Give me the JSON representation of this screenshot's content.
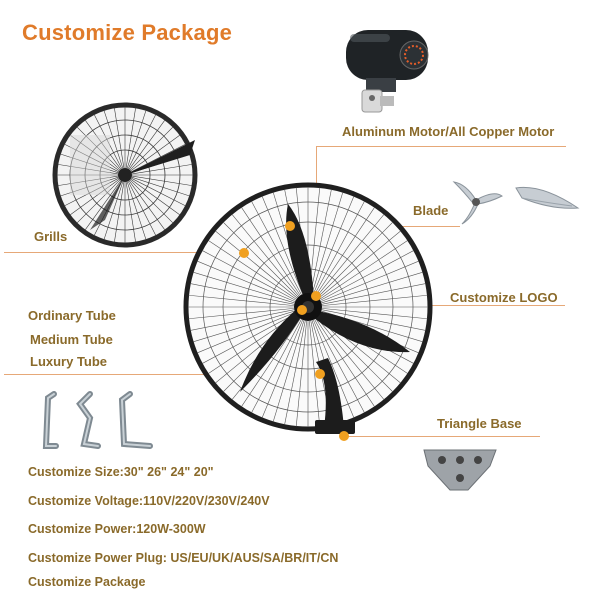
{
  "title": "Customize Package",
  "labels": {
    "motor": "Aluminum Motor/All Copper Motor",
    "blade": "Blade",
    "grills": "Grills",
    "logo": "Customize LOGO",
    "tube_ordinary": "Ordinary Tube",
    "tube_medium": "Medium Tube",
    "tube_luxury": "Luxury Tube",
    "base": "Triangle Base"
  },
  "specs": [
    "Customize Size:30\" 26\" 24\" 20\"",
    "Customize Voltage:110V/220V/230V/240V",
    "Customize Power:120W-300W",
    "Customize Power Plug:  US/EU/UK/AUS/SA/BR/IT/CN",
    "Customize Package"
  ],
  "colors": {
    "title": "#e07b2a",
    "label": "#8a6a2a",
    "leader_line": "#e6a878",
    "callout_dot": "#f0a020"
  }
}
